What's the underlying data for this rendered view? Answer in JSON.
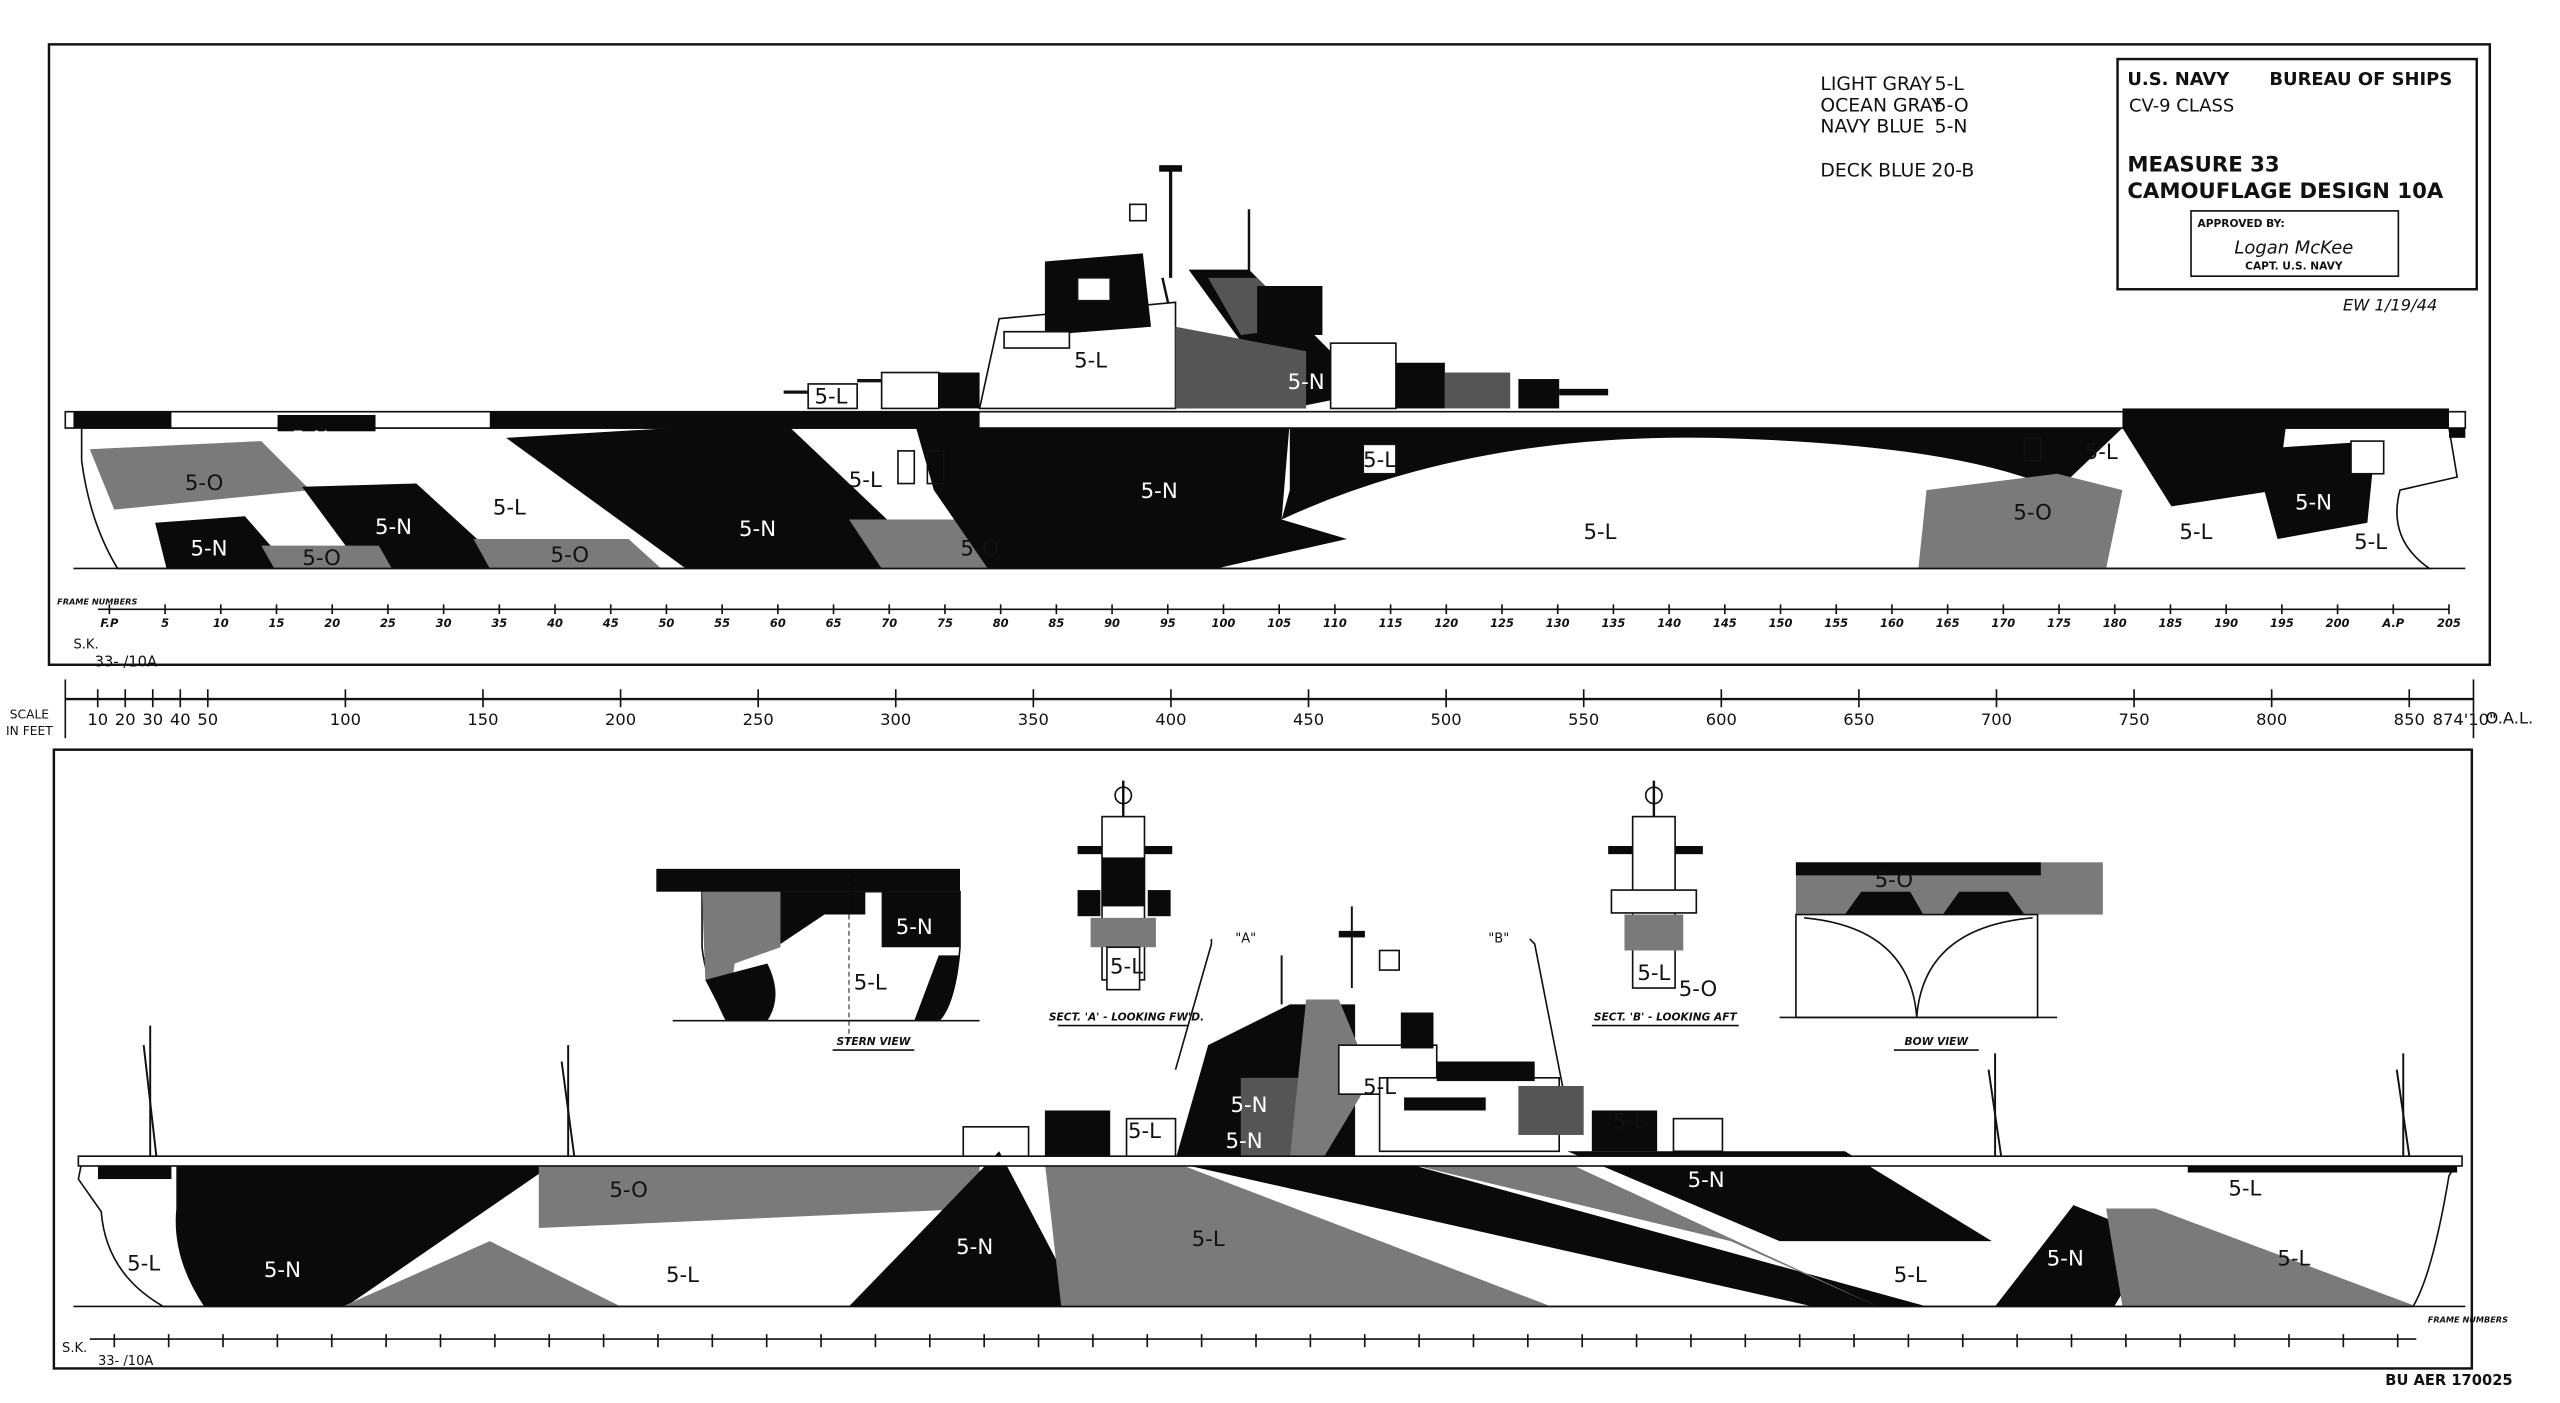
{
  "legend": [
    {
      "name": "LIGHT GRAY",
      "code": "5-L"
    },
    {
      "name": "OCEAN GRAY",
      "code": "5-O"
    },
    {
      "name": "NAVY BLUE",
      "code": "5-N"
    },
    {
      "name": "DECK BLUE",
      "code": "20-B"
    }
  ],
  "title_block": {
    "org": "U.S. NAVY",
    "bureau": "BUREAU OF SHIPS",
    "class": "CV-9 CLASS",
    "measure": "MEASURE 33",
    "design": "CAMOUFLAGE DESIGN 10A",
    "stamp_title": "APPROVED BY:",
    "signature": "Logan McKee",
    "stamp_rank": "CAPT. U.S. NAVY"
  },
  "initials_date": "EW 1/19/44",
  "colors": {
    "light_gray": "#ffffff",
    "ocean_gray": "#7a7a7a",
    "navy_blue": "#0a0a0a"
  },
  "sheet_ref": {
    "sk": "S.K.",
    "number": "33- /10A"
  },
  "frame_label": "FRAME NUMBERS",
  "frame_numbers": [
    "F.P",
    "5",
    "10",
    "15",
    "20",
    "25",
    "30",
    "35",
    "40",
    "45",
    "50",
    "55",
    "60",
    "65",
    "70",
    "75",
    "80",
    "85",
    "90",
    "95",
    "100",
    "105",
    "110",
    "115",
    "120",
    "125",
    "130",
    "135",
    "140",
    "145",
    "150",
    "155",
    "160",
    "165",
    "170",
    "175",
    "180",
    "185",
    "190",
    "195",
    "200",
    "A.P",
    "205"
  ],
  "scale": {
    "label_1": "SCALE",
    "label_2": "IN FEET",
    "ticks": [
      "10",
      "20",
      "30",
      "40",
      "50",
      "100",
      "150",
      "200",
      "250",
      "300",
      "350",
      "400",
      "450",
      "500",
      "550",
      "600",
      "650",
      "700",
      "750",
      "800",
      "850",
      "874'10\""
    ],
    "oal": "O.A.L."
  },
  "ship_top": {
    "labels": [
      "5-N",
      "5-O",
      "5-N",
      "5-N",
      "5-L",
      "5-O",
      "5-O",
      "5-N",
      "5-L",
      "5-O",
      "5-N",
      "5-L",
      "5-L",
      "5-O",
      "5-L",
      "5-L",
      "5-N",
      "5-L",
      "5-L",
      "5-N",
      "5-L"
    ]
  },
  "ship_bottom": {
    "labels": [
      "5-L",
      "5-N",
      "5-L",
      "5-O",
      "5-N",
      "5-L",
      "5-L",
      "5-N",
      "5-L",
      "5-L",
      "5-N",
      "5-L",
      "5-N",
      "5-N",
      "5-L",
      "5-L"
    ]
  },
  "views": {
    "stern": {
      "caption": "STERN VIEW",
      "labels": [
        "5-N",
        "5-L"
      ]
    },
    "sect_a": {
      "caption": "SECT. 'A' - LOOKING FW'D.",
      "marker": "\"A\"",
      "labels": [
        "5-L"
      ]
    },
    "sect_b": {
      "caption": "SECT. 'B' - LOOKING AFT",
      "marker": "\"B\"",
      "labels": [
        "5-L",
        "5-O"
      ]
    },
    "bow": {
      "caption": "BOW VIEW",
      "labels": [
        "5-O"
      ]
    }
  },
  "archive_number": "BU AER 170025"
}
